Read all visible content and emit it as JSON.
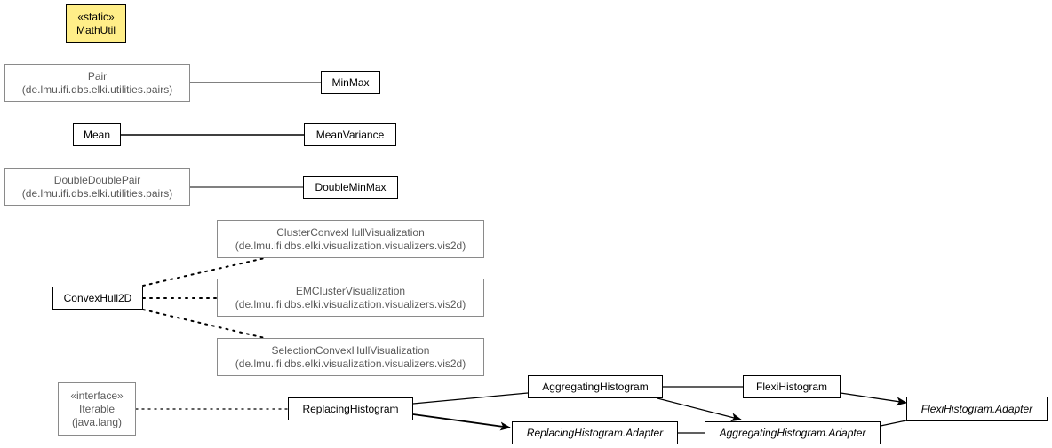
{
  "nodes": {
    "mathutil": {
      "stereotype": "«static»",
      "name": "MathUtil"
    },
    "pair": {
      "name": "Pair",
      "package": "(de.lmu.ifi.dbs.elki.utilities.pairs)"
    },
    "minmax": {
      "name": "MinMax"
    },
    "mean": {
      "name": "Mean"
    },
    "meanvariance": {
      "name": "MeanVariance"
    },
    "doubledoublepair": {
      "name": "DoubleDoublePair",
      "package": "(de.lmu.ifi.dbs.elki.utilities.pairs)"
    },
    "doubleminmax": {
      "name": "DoubleMinMax"
    },
    "clusterconvexhull": {
      "name": "ClusterConvexHullVisualization",
      "package": "(de.lmu.ifi.dbs.elki.visualization.visualizers.vis2d)"
    },
    "convexhull2d": {
      "name": "ConvexHull2D"
    },
    "emcluster": {
      "name": "EMClusterVisualization",
      "package": "(de.lmu.ifi.dbs.elki.visualization.visualizers.vis2d)"
    },
    "selectionconvexhull": {
      "name": "SelectionConvexHullVisualization",
      "package": "(de.lmu.ifi.dbs.elki.visualization.visualizers.vis2d)"
    },
    "iterable": {
      "stereotype": "«interface»",
      "name": "Iterable",
      "package": "(java.lang)"
    },
    "replacinghistogram": {
      "name": "ReplacingHistogram"
    },
    "aggregatinghistogram": {
      "name": "AggregatingHistogram"
    },
    "flexihistogram": {
      "name": "FlexiHistogram"
    },
    "replacingadapter": {
      "name": "ReplacingHistogram.Adapter"
    },
    "aggregatingadapter": {
      "name": "AggregatingHistogram.Adapter"
    },
    "flexiadapter": {
      "name": "FlexiHistogram.Adapter"
    }
  },
  "colors": {
    "highlight_fill": "#ffee88",
    "external_border": "#8a8a8a",
    "external_text": "#5a5a5a",
    "line": "#000000"
  }
}
